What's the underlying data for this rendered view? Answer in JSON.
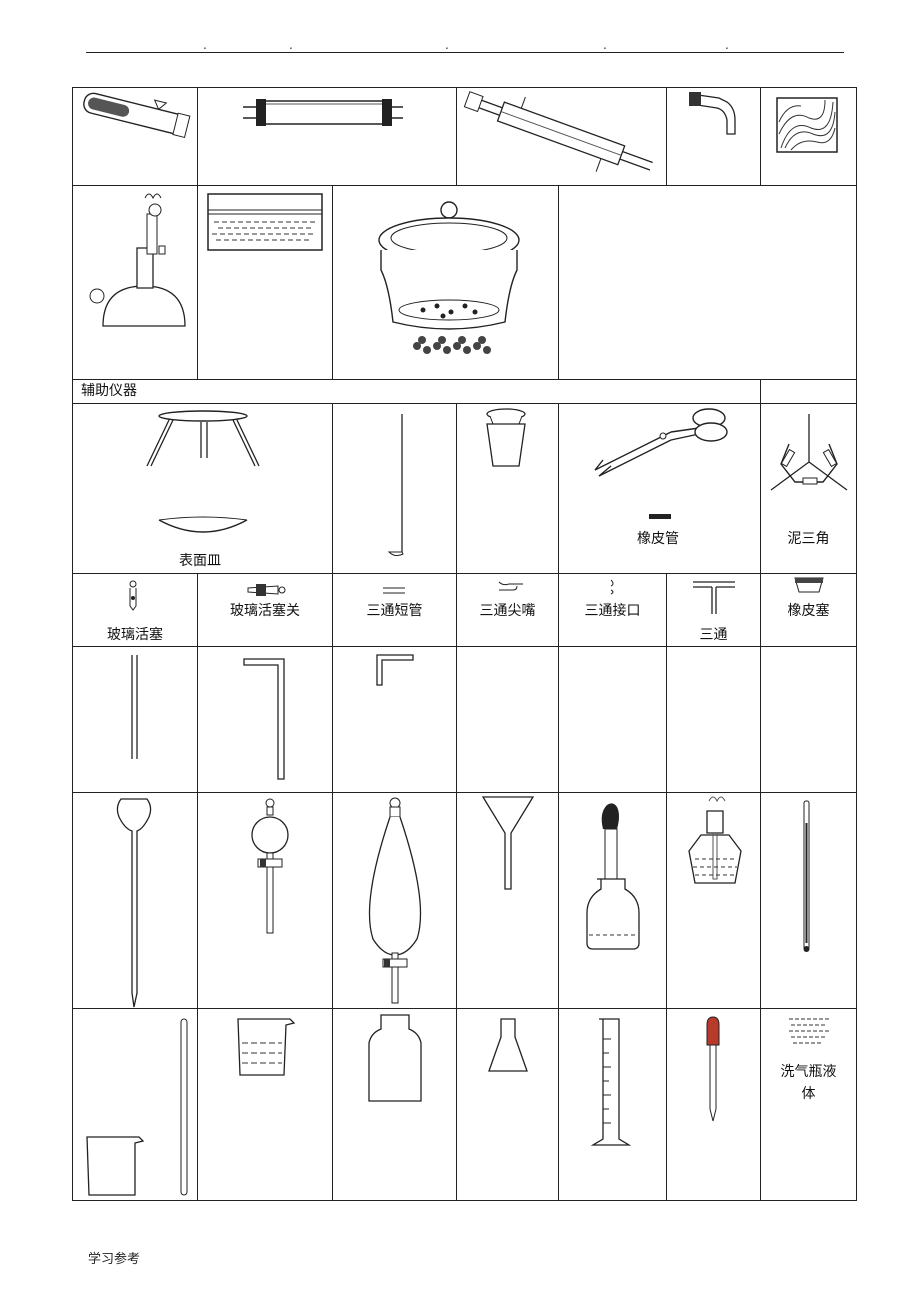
{
  "header": {
    "dots": [
      ".",
      ".",
      ".",
      ".",
      "."
    ]
  },
  "labels": {
    "auxiliary_section": "辅助仪器",
    "watch_glass": "表面皿",
    "rubber_tube": "橡皮管",
    "clay_triangle": "泥三角",
    "glass_stopcock": "玻璃活塞",
    "glass_stopcock_switch": "玻璃活塞关",
    "tee_short_tube": "三通短管",
    "tee_tip": "三通尖嘴",
    "tee_connector": "三通接口",
    "tee": "三通",
    "rubber_stopper": "橡皮塞",
    "wash_bottle_liquid": "洗气瓶液\n体"
  },
  "footer": {
    "text": "学习参考"
  }
}
